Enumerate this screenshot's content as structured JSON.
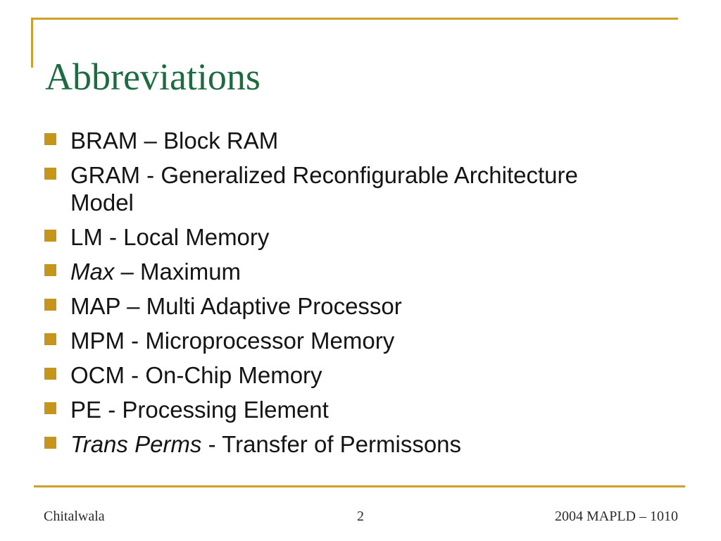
{
  "slide": {
    "title": "Abbreviations",
    "bullets": [
      {
        "italic": "",
        "text": "BRAM – Block RAM"
      },
      {
        "italic": "",
        "text": "GRAM - Generalized Reconfigurable Architecture Model"
      },
      {
        "italic": "",
        "text": "LM - Local Memory"
      },
      {
        "italic": "Max",
        "text": " – Maximum"
      },
      {
        "italic": "",
        "text": "MAP – Multi Adaptive Processor"
      },
      {
        "italic": "",
        "text": "MPM - Microprocessor Memory"
      },
      {
        "italic": "",
        "text": "OCM - On-Chip Memory"
      },
      {
        "italic": "",
        "text": "PE - Processing Element"
      },
      {
        "italic": "Trans Perms",
        "text": " - Transfer of Permissons"
      }
    ],
    "footer": {
      "author": "Chitalwala",
      "page_number": "2",
      "conference": "2004 MAPLD – 1010"
    },
    "colors": {
      "title_green": "#1E6B41",
      "gold_rule": "#CEA02C",
      "bullet_gold": "#C6951C"
    }
  }
}
